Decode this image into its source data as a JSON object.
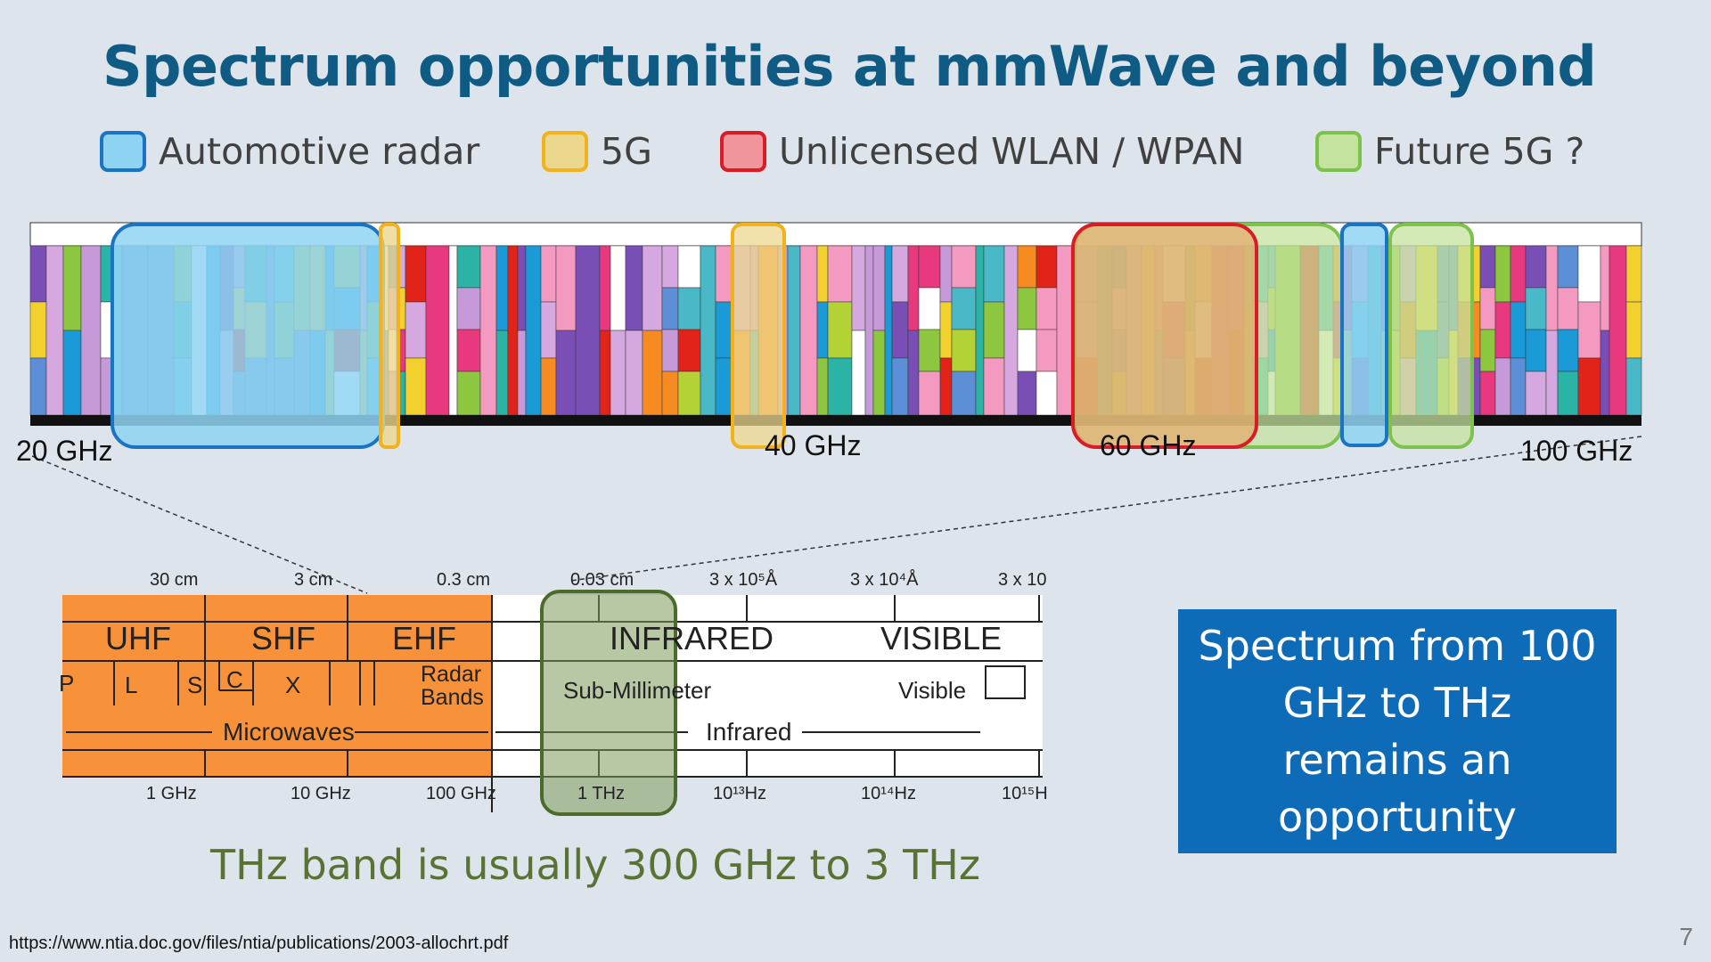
{
  "slide": {
    "title": "Spectrum opportunities at mmWave and beyond",
    "page_number": "7",
    "source_url": "https://www.ntia.doc.gov/files/ntia/publications/2003-allochrt.pdf",
    "thz_note": "THz band is usually 300 GHz to 3 THz",
    "opportunity_text": "Spectrum from 100 GHz to THz remains an opportunity"
  },
  "legend": [
    {
      "label": "Automotive radar",
      "fill": "#8fd3f2",
      "border": "#1a74c4"
    },
    {
      "label": "5G",
      "fill": "#ecd78f",
      "border": "#f2b21c"
    },
    {
      "label": "Unlicensed WLAN / WPAN",
      "fill": "#f0959b",
      "border": "#d91c26"
    },
    {
      "label": "Future 5G ?",
      "fill": "#c4e39f",
      "border": "#7dc24a"
    }
  ],
  "allocation_chart": {
    "freq_labels": [
      "20 GHz",
      "40 GHz",
      "60 GHz",
      "100 GHz"
    ]
  },
  "em_spectrum": {
    "wavelength_labels": [
      "30 cm",
      "3 cm",
      "0.3 cm",
      "0.03 cm",
      "3 x 10⁵Å",
      "3 x 10⁴Å",
      "3 x 10"
    ],
    "frequency_labels": [
      "1 GHz",
      "10 GHz",
      "100 GHz",
      "1 THz",
      "10¹³Hz",
      "10¹⁴Hz",
      "10¹⁵H"
    ],
    "bands": {
      "uhf": "UHF",
      "shf": "SHF",
      "ehf": "EHF",
      "infrared": "INFRARED",
      "visible": "VISIBLE",
      "p": "P",
      "l": "L",
      "s": "S",
      "c": "C",
      "x": "X",
      "radar": "Radar",
      "bands_word": "Bands",
      "submm": "Sub-Millimeter",
      "visible_small": "Visible",
      "microwaves": "Microwaves",
      "infrared_small": "Infrared"
    }
  },
  "colors": {
    "title": "#0f5b84",
    "opportunity_bg": "#0e6bb8",
    "note": "#5a7334",
    "orange": "#f7923a"
  }
}
